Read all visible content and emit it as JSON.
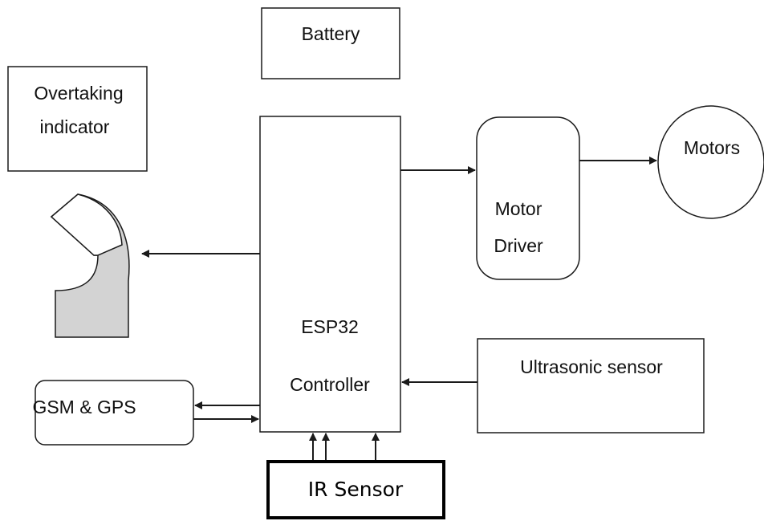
{
  "diagram": {
    "nodes": {
      "battery": {
        "label": "Battery"
      },
      "overtaking_indicator": {
        "label_line1": "Overtaking",
        "label_line2": "indicator"
      },
      "controller": {
        "label_line1": "ESP32",
        "label_line2": "Controller"
      },
      "motor_driver": {
        "label_line1": "Motor",
        "label_line2": "Driver"
      },
      "motors": {
        "label": "Motors"
      },
      "ultrasonic_sensor": {
        "label": "Ultrasonic sensor"
      },
      "gsm_gps": {
        "label": "GSM & GPS"
      },
      "ir_sensor": {
        "label": "IR Sensor"
      }
    },
    "connections": [
      {
        "from": "controller",
        "to": "motor_driver"
      },
      {
        "from": "motor_driver",
        "to": "motors"
      },
      {
        "from": "controller",
        "to": "overtaking_indicator"
      },
      {
        "from": "ultrasonic_sensor",
        "to": "controller"
      },
      {
        "from": "controller",
        "to": "gsm_gps"
      },
      {
        "from": "gsm_gps",
        "to": "controller"
      },
      {
        "from": "ir_sensor",
        "to": "controller"
      },
      {
        "from": "ir_sensor",
        "to": "controller"
      },
      {
        "from": "ir_sensor",
        "to": "controller"
      }
    ],
    "colors": {
      "stroke": "#1a1a1a",
      "indicator_fill": "#d3d3d3",
      "background": "#ffffff"
    }
  }
}
